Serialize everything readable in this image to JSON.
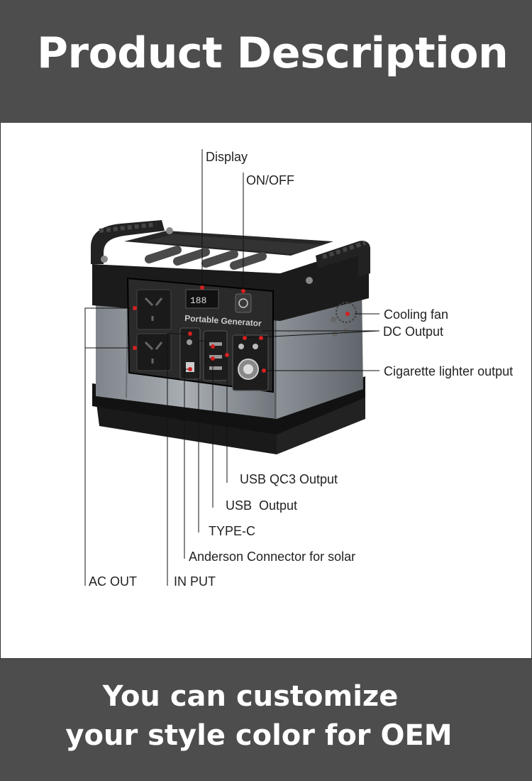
{
  "header": {
    "title": "Product Description"
  },
  "product": {
    "panel_text": "Portable Generator",
    "display_digits": "188"
  },
  "callouts": {
    "display": "Display",
    "on_off": "ON/OFF",
    "cooling_fan": "Cooling fan",
    "dc_output": "DC Output",
    "cigarette_lighter": "Cigarette lighter output",
    "usb_qc3": "USB QC3 Output",
    "usb_output": "USB  Output",
    "type_c": "TYPE-C",
    "anderson": "Anderson Connector for solar",
    "ac_out": "AC OUT",
    "in_put": "IN PUT"
  },
  "footer": {
    "line1": "You can customize",
    "line2": "your style color for OEM"
  },
  "colors": {
    "banner": "#4d4d4d",
    "body": "#8f949a",
    "frame": "#1b1b1b",
    "accent_dot": "#d42020"
  }
}
